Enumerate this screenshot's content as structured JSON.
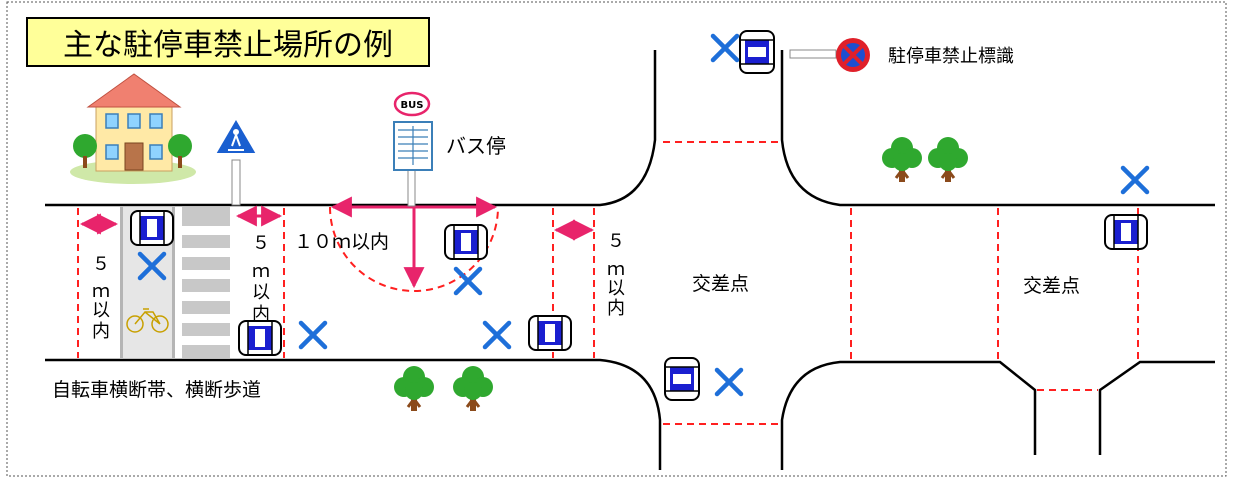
{
  "title": "主な駐停車禁止場所の例",
  "labels": {
    "no_parking_sign": "駐停車禁止標識",
    "bus_stop": "バス停",
    "bus_sign": "BUS",
    "ten_m": "１０ｍ以内",
    "intersection_1": "交差点",
    "intersection_2": "交差点",
    "crossing": "自転車横断帯、横断歩道",
    "five_left_num": "５",
    "five_left_unit": "ｍ",
    "five_left_ika": "以",
    "five_left_nai": "内",
    "five_mid_num": "５",
    "five_mid_unit": "ｍ",
    "five_mid_ika": "以",
    "five_mid_nai": "内",
    "five_right_num": "５",
    "five_right_unit": "ｍ",
    "five_right_ika": "以",
    "five_right_nai": "内"
  },
  "colors": {
    "title_bg": "#ffff99",
    "measure_arrow": "#e8246b",
    "no_parking_mark": "#1e6fd9",
    "car_body": "#1a1fd0",
    "dashed_line": "#ff2020",
    "road_line": "#000000",
    "tree": "#2fa82f",
    "house_wall": "#ffe9a6",
    "house_roof": "#f08070"
  },
  "icons": [
    "house-icon",
    "pedestrian-bicycle-sign-icon",
    "bus-stop-sign-icon",
    "no-parking-sign-icon",
    "bicycle-icon",
    "tree-icon",
    "car-icon",
    "no-parking-x-icon"
  ]
}
